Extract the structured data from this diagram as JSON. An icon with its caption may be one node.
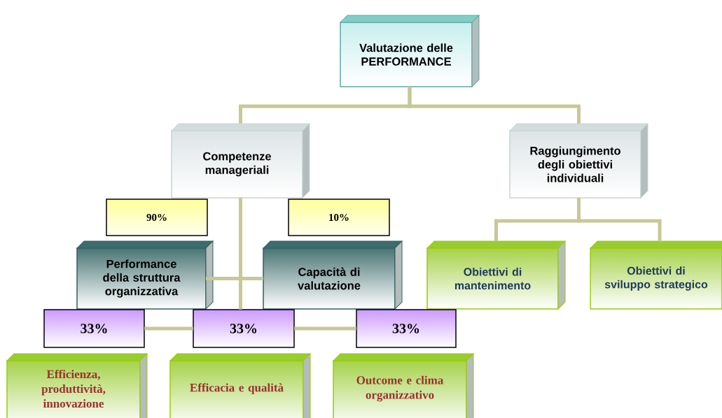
{
  "diagram": {
    "nodes": [
      {
        "text": [
          "Valutazione delle PERFORMANCE"
        ]
      },
      {
        "text": [
          "Competenze manageriali"
        ]
      },
      {
        "text": [
          "Raggiungimento degli obiettivi individuali"
        ]
      },
      {
        "text": [
          "90%"
        ]
      },
      {
        "text": [
          "10%"
        ]
      },
      {
        "text": [
          "Performance della struttura organizzativa"
        ]
      },
      {
        "text": [
          "Capacità di valutazione"
        ]
      },
      {
        "text": [
          "Obiettivi di mantenimento"
        ]
      },
      {
        "text": [
          "Obiettivi di sviluppo strategico"
        ]
      },
      {
        "text": [
          "33%"
        ]
      },
      {
        "text": [
          "33%"
        ]
      },
      {
        "text": [
          "33%"
        ]
      },
      {
        "text": [
          "Efficienza, produttività, innovazione"
        ]
      },
      {
        "text": [
          "Efficacia e qualità"
        ]
      },
      {
        "text": [
          "Outcome e clima organizzativo"
        ]
      }
    ],
    "edges": [
      {
        "from": 0,
        "to": 1,
        "arrow": "none"
      },
      {
        "from": 0,
        "to": 2,
        "arrow": "none"
      },
      {
        "from": 1,
        "to": 5,
        "arrow": "none"
      },
      {
        "from": 1,
        "to": 6,
        "arrow": "none"
      },
      {
        "from": 1,
        "to": 10,
        "arrow": "none"
      },
      {
        "from": 10,
        "to": 9,
        "arrow": "none"
      },
      {
        "from": 10,
        "to": 11,
        "arrow": "none"
      },
      {
        "from": 2,
        "to": 7,
        "arrow": "none"
      },
      {
        "from": 2,
        "to": 8,
        "arrow": "none"
      }
    ]
  }
}
